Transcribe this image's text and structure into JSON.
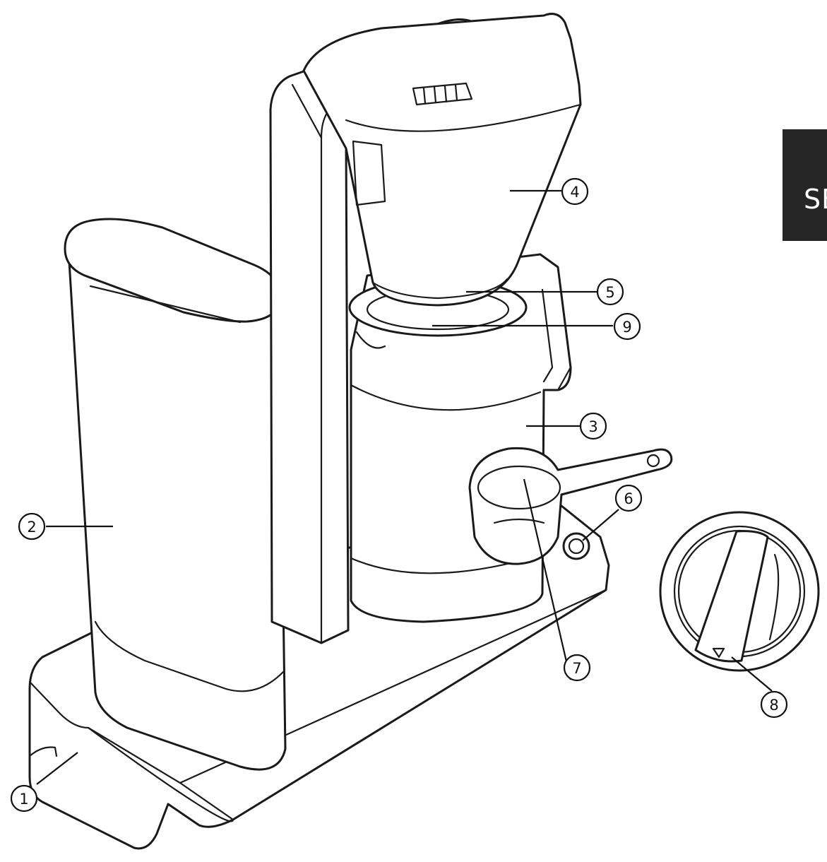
{
  "language_tab": {
    "label": "SE",
    "background": "#262626"
  },
  "callouts": [
    {
      "id": "1",
      "label": "1"
    },
    {
      "id": "2",
      "label": "2"
    },
    {
      "id": "3",
      "label": "3"
    },
    {
      "id": "4",
      "label": "4"
    },
    {
      "id": "5",
      "label": "5"
    },
    {
      "id": "6",
      "label": "6"
    },
    {
      "id": "7",
      "label": "7"
    },
    {
      "id": "8",
      "label": "8"
    },
    {
      "id": "9",
      "label": "9"
    }
  ]
}
